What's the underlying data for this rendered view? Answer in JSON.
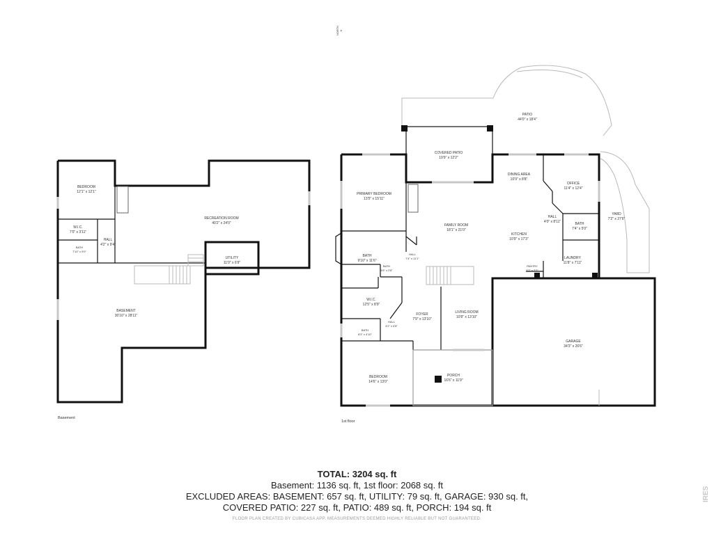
{
  "north": "N",
  "north_label": "NORTH",
  "basement": {
    "caption": "Basement",
    "rooms": {
      "bedroom": {
        "name": "BEDROOM",
        "dims": "12'1\" x 12'1\""
      },
      "recreation": {
        "name": "RECREATION ROOM",
        "dims": "40'2\" x 24'0\""
      },
      "wic": {
        "name": "W.I.C.",
        "dims": "7'0\" x 3'11\""
      },
      "hall": {
        "name": "HALL",
        "dims": "4'2\" x 9'4\""
      },
      "bath": {
        "name": "BATH",
        "dims": "7'10\" x 5'0\""
      },
      "utility": {
        "name": "UTILITY",
        "dims": "11'0\" x 6'9\""
      },
      "basement": {
        "name": "BASEMENT",
        "dims": "30'10\" x 28'11\""
      }
    }
  },
  "first_floor": {
    "caption": "1st floor",
    "rooms": {
      "patio": {
        "name": "PATIO",
        "dims": "44'0\" x 18'4\""
      },
      "covered_patio": {
        "name": "COVERED PATIO",
        "dims": "19'9\" x 12'2\""
      },
      "primary_bedroom": {
        "name": "PRIMARY BEDROOM",
        "dims": "13'5\" x 15'11\""
      },
      "dining": {
        "name": "DINING AREA",
        "dims": "10'9\" x 8'8\""
      },
      "office": {
        "name": "OFFICE",
        "dims": "11'4\" x 12'4\""
      },
      "yard": {
        "name": "YARD",
        "dims": "7'2\" x 27'6\""
      },
      "family": {
        "name": "FAMILY ROOM",
        "dims": "18'1\" x 21'0\""
      },
      "hall_upper": {
        "name": "HALL",
        "dims": "4'0\" x 8'11\""
      },
      "bath_upper": {
        "name": "BATH",
        "dims": "7'4\" x 5'0\""
      },
      "kitchen": {
        "name": "KITCHEN",
        "dims": "10'9\" x 17'3\""
      },
      "bath_main": {
        "name": "BATH",
        "dims": "9'10\" x 11'6\""
      },
      "hall_center": {
        "name": "HALL",
        "dims": "7'4\" x 11'1\""
      },
      "bath_small": {
        "name": "BATH",
        "dims": "4'6\" x 2'8\""
      },
      "laundry": {
        "name": "LAUNDRY",
        "dims": "11'8\" x 7'11\""
      },
      "pantry": {
        "name": "PANTRY",
        "dims": "3'7\" x 3'3\""
      },
      "wic": {
        "name": "W.I.C.",
        "dims": "12'5\" x 8'9\""
      },
      "foyer": {
        "name": "FOYER",
        "dims": "7'9\" x 13'10\""
      },
      "living": {
        "name": "LIVING ROOM",
        "dims": "10'8\" x 13'10\""
      },
      "hall_lower": {
        "name": "HALL",
        "dims": "4'2\" x 6'8\""
      },
      "bath_lower": {
        "name": "BATH",
        "dims": "8'3\" x 4'10\""
      },
      "garage": {
        "name": "GARAGE",
        "dims": "34'3\" x 26'6\""
      },
      "bedroom": {
        "name": "BEDROOM",
        "dims": "14'6\" x 13'0\""
      },
      "porch": {
        "name": "PORCH",
        "dims": "16'6\" x 11'9\""
      }
    }
  },
  "totals": {
    "total": "TOTAL: 3204 sq. ft",
    "line1": "Basement: 1136 sq. ft, 1st floor: 2068 sq. ft",
    "line2": "EXCLUDED AREAS: BASEMENT: 657 sq. ft, UTILITY: 79 sq. ft, GARAGE: 930 sq. ft,",
    "line3": "COVERED PATIO: 227 sq. ft, PATIO: 489 sq. ft, PORCH: 194 sq. ft"
  },
  "disclaimer": "FLOOR PLAN CREATED BY CUBICASA APP. MEASUREMENTS DEEMED HIGHLY RELIABLE BUT NOT GUARANTEED.",
  "watermark": "IRES"
}
